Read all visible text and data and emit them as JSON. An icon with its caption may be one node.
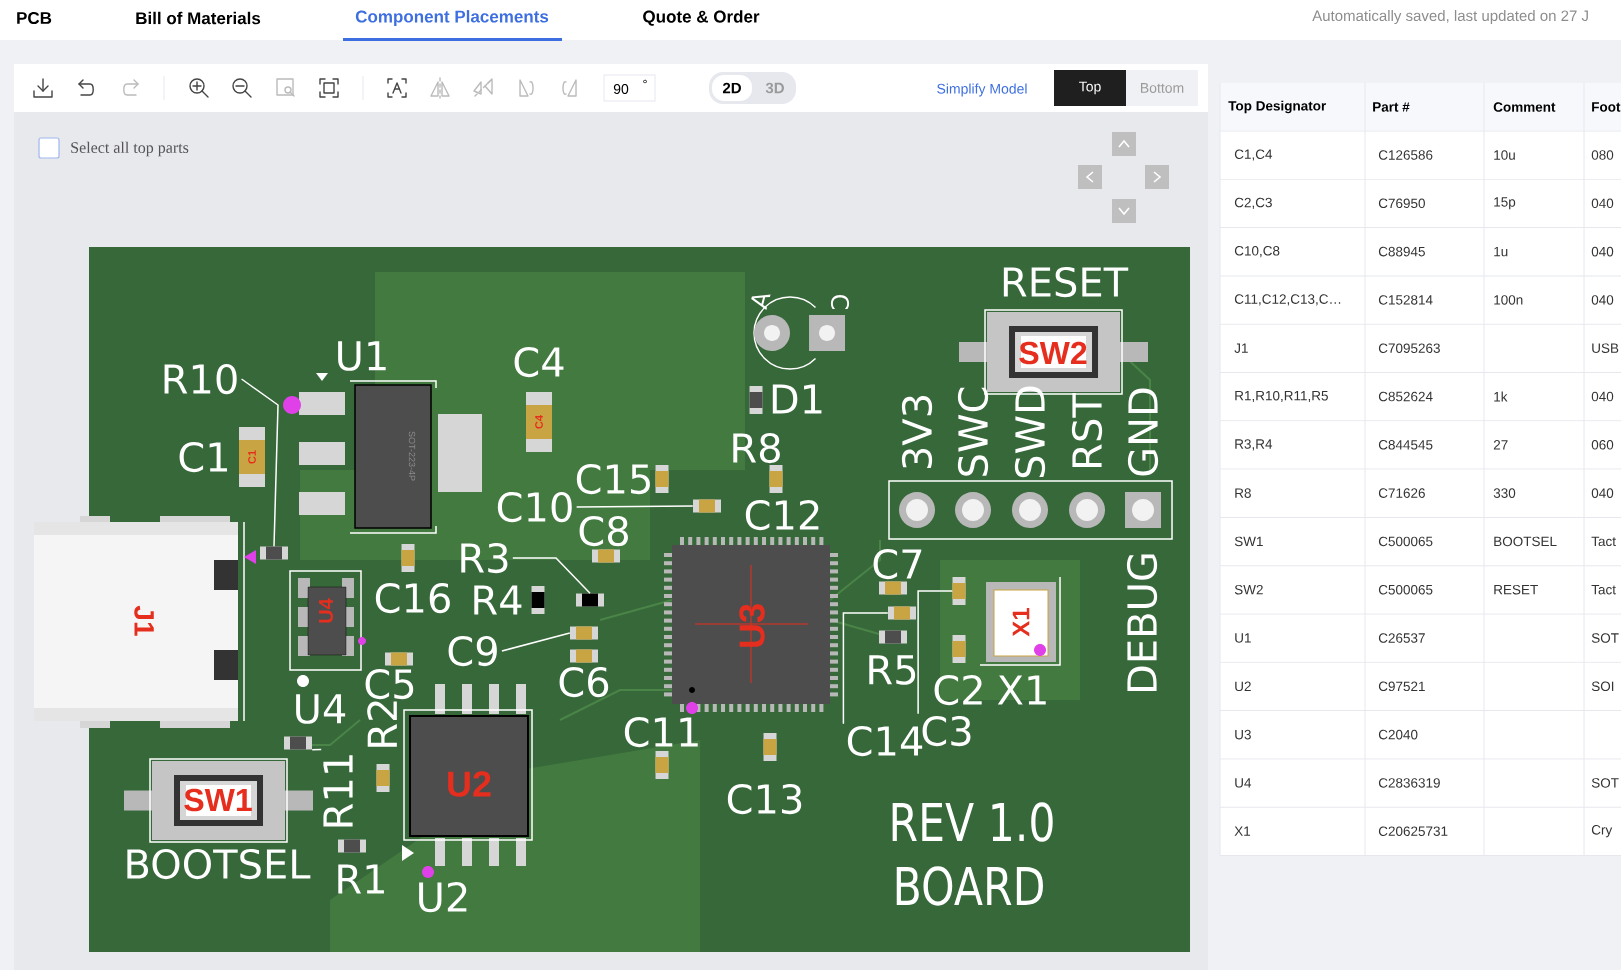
{
  "diagram": {
    "nodes": [
      {
        "text": [
          "R10"
        ]
      },
      {
        "text": [],
        "shape": "box"
      },
      {
        "text": [
          "C10"
        ]
      },
      {
        "text": [],
        "shape": "box"
      },
      {
        "text": [
          "R3"
        ]
      },
      {
        "text": [],
        "shape": "box"
      },
      {
        "text": [
          "C9"
        ]
      },
      {
        "text": [],
        "shape": "box"
      },
      {
        "text": [
          "R11"
        ]
      },
      {
        "text": [],
        "shape": "box"
      },
      {
        "text": [
          "C14"
        ]
      },
      {
        "text": [],
        "shape": "box"
      },
      {
        "text": [
          "C3"
        ]
      },
      {
        "text": [],
        "shape": "box"
      }
    ],
    "edges": [
      {
        "from": 0,
        "to": 1,
        "arrow": "none"
      },
      {
        "from": 2,
        "to": 3,
        "arrow": "none"
      },
      {
        "from": 4,
        "to": 5,
        "arrow": "none"
      },
      {
        "from": 6,
        "to": 7,
        "arrow": "none"
      },
      {
        "from": 8,
        "to": 9,
        "arrow": "none"
      },
      {
        "from": 10,
        "to": 11,
        "arrow": "none"
      },
      {
        "from": 12,
        "to": 13,
        "arrow": "none"
      }
    ],
    "labels": [
      "PCB",
      "Bill of Materials",
      "Component Placements",
      "Quote & Order",
      "Automatically saved, last updated on 27 J",
      "90",
      "°",
      "2D",
      "3D",
      "Simplify Model",
      "Top",
      "Bottom",
      "Select all top parts",
      "Top Designator",
      "Part #",
      "Comment",
      "Foot",
      "C1,C4",
      "C126586",
      "10u",
      "080",
      "C2,C3",
      "C76950",
      "15p",
      "040",
      "C10,C8",
      "C88945",
      "1u",
      "040",
      "C11,C12,C13,C…",
      "C152814",
      "100n",
      "040",
      "J1",
      "C7095263",
      "USB",
      "R1,R10,R11,R5",
      "C852624",
      "1k",
      "040",
      "R3,R4",
      "C844545",
      "27",
      "060",
      "R8",
      "C71626",
      "330",
      "040",
      "SW1",
      "C500065",
      "BOOTSEL",
      "Tact",
      "SW2",
      "C500065",
      "RESET",
      "Tact",
      "U1",
      "C26537",
      "SOT",
      "U2",
      "C97521",
      "SOI",
      "U3",
      "C2040",
      "U4",
      "C2836319",
      "SOT",
      "X1",
      "C20625731",
      "Cry",
      "U1",
      "C4",
      "C1",
      "C1",
      "C4",
      "SOT-223-4P",
      "A",
      "C",
      "D1",
      "RESET",
      "SW2",
      "R8",
      "C15",
      "C12",
      "C8",
      "3V3",
      "SWC",
      "SWD",
      "RST",
      "GND",
      "C16",
      "R4",
      "J1",
      "U4",
      "C7",
      "X1",
      "DEBUG",
      "C5",
      "C6",
      "U3",
      "R5",
      "C2",
      "X1",
      "U4",
      "R2",
      "C11",
      "SW1",
      "C13",
      "REV 1.0",
      "BOOTSEL",
      "R1",
      "U2",
      "U2",
      "BOARD"
    ]
  }
}
